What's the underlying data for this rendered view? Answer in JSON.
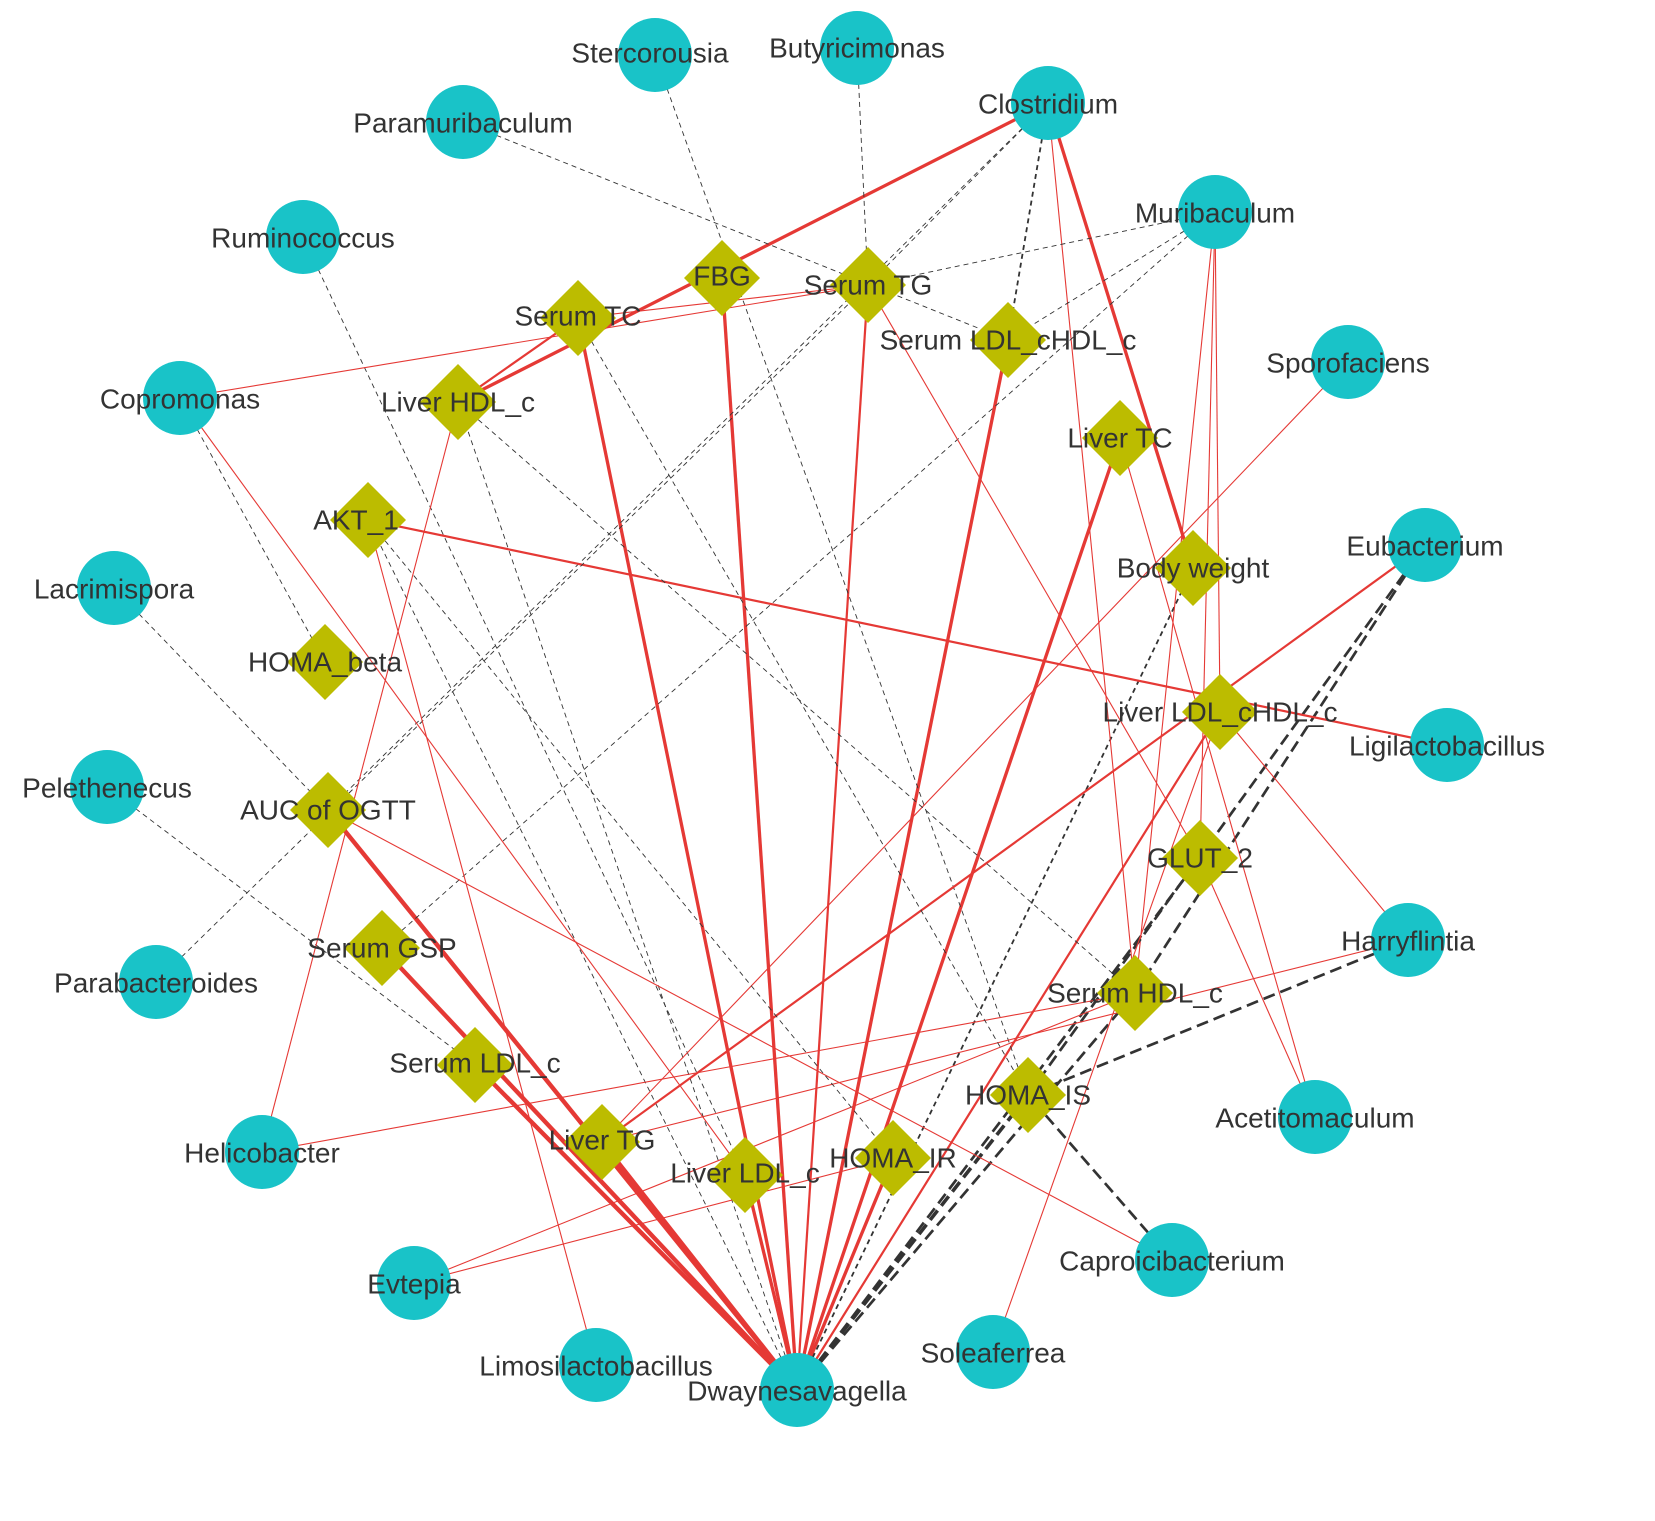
{
  "colors": {
    "genus_fill": "#19c3c8",
    "indicator_fill": "#bcbc00",
    "positive_edge": "#e53935",
    "negative_edge": "#333333",
    "label_text": "#333333"
  },
  "genera": [
    {
      "id": "stercorousia",
      "label": "Stercorousia"
    },
    {
      "id": "butyricimonas",
      "label": "Butyricimonas"
    },
    {
      "id": "clostridium",
      "label": "Clostridium"
    },
    {
      "id": "paramuribaculum",
      "label": "Paramuribaculum"
    },
    {
      "id": "muribaculum",
      "label": "Muribaculum"
    },
    {
      "id": "ruminococcus",
      "label": "Ruminococcus"
    },
    {
      "id": "sporofaciens",
      "label": "Sporofaciens"
    },
    {
      "id": "copromonas",
      "label": "Copromonas"
    },
    {
      "id": "eubacterium",
      "label": "Eubacterium"
    },
    {
      "id": "lacrimispora",
      "label": "Lacrimispora"
    },
    {
      "id": "ligilactobacillus",
      "label": "Ligilactobacillus"
    },
    {
      "id": "pelethenecus",
      "label": "Pelethenecus"
    },
    {
      "id": "harryflintia",
      "label": "Harryflintia"
    },
    {
      "id": "parabacteroides",
      "label": "Parabacteroides"
    },
    {
      "id": "acetitomaculum",
      "label": "Acetitomaculum"
    },
    {
      "id": "helicobacter",
      "label": "Helicobacter"
    },
    {
      "id": "caproicibacterium",
      "label": "Caproicibacterium"
    },
    {
      "id": "evtepia",
      "label": "Evtepia"
    },
    {
      "id": "soleaferrea",
      "label": "Soleaferrea"
    },
    {
      "id": "limosilactobacillus",
      "label": "Limosilactobacillus"
    },
    {
      "id": "dwaynesavagella",
      "label": "Dwaynesavagella"
    }
  ],
  "indicators": [
    {
      "id": "fbg",
      "label": "FBG"
    },
    {
      "id": "serum_tg",
      "label": "Serum TG"
    },
    {
      "id": "serum_tc",
      "label": "Serum TC"
    },
    {
      "id": "serum_ldl_hdl",
      "label": "Serum LDL_cHDL_c"
    },
    {
      "id": "liver_hdl",
      "label": "Liver HDL_c"
    },
    {
      "id": "liver_tc",
      "label": "Liver TC"
    },
    {
      "id": "akt1",
      "label": "AKT_1"
    },
    {
      "id": "body_weight",
      "label": "Body weight"
    },
    {
      "id": "homa_beta",
      "label": "HOMA_beta"
    },
    {
      "id": "liver_ldl_hdl",
      "label": "Liver LDL_cHDL_c"
    },
    {
      "id": "auc_ogtt",
      "label": "AUC of OGTT"
    },
    {
      "id": "glut2",
      "label": "GLUT_2"
    },
    {
      "id": "serum_gsp",
      "label": "Serum GSP"
    },
    {
      "id": "serum_hdl",
      "label": "Serum HDL_c"
    },
    {
      "id": "serum_ldl",
      "label": "Serum LDL_c"
    },
    {
      "id": "homa_is",
      "label": "HOMA_IS"
    },
    {
      "id": "liver_tg",
      "label": "Liver TG"
    },
    {
      "id": "liver_ldl",
      "label": "Liver LDL_c"
    },
    {
      "id": "homa_ir",
      "label": "HOMA_IR"
    }
  ],
  "edges": [
    {
      "source": "dwaynesavagella",
      "target": "serum_tc",
      "sign": "positive",
      "weight": 3
    },
    {
      "source": "dwaynesavagella",
      "target": "fbg",
      "sign": "positive",
      "weight": 3
    },
    {
      "source": "dwaynesavagella",
      "target": "serum_tg",
      "sign": "positive",
      "weight": 2
    },
    {
      "source": "dwaynesavagella",
      "target": "serum_ldl_hdl",
      "sign": "positive",
      "weight": 3
    },
    {
      "source": "dwaynesavagella",
      "target": "liver_tc",
      "sign": "positive",
      "weight": 3
    },
    {
      "source": "dwaynesavagella",
      "target": "auc_ogtt",
      "sign": "positive",
      "weight": 4
    },
    {
      "source": "dwaynesavagella",
      "target": "serum_gsp",
      "sign": "positive",
      "weight": 4
    },
    {
      "source": "dwaynesavagella",
      "target": "serum_ldl",
      "sign": "positive",
      "weight": 4
    },
    {
      "source": "dwaynesavagella",
      "target": "liver_tg",
      "sign": "positive",
      "weight": 4
    },
    {
      "source": "dwaynesavagella",
      "target": "liver_ldl",
      "sign": "positive",
      "weight": 3
    },
    {
      "source": "dwaynesavagella",
      "target": "homa_ir",
      "sign": "positive",
      "weight": 3
    },
    {
      "source": "dwaynesavagella",
      "target": "liver_ldl_hdl",
      "sign": "positive",
      "weight": 2
    },
    {
      "source": "dwaynesavagella",
      "target": "akt1",
      "sign": "negative",
      "weight": 1
    },
    {
      "source": "dwaynesavagella",
      "target": "liver_hdl",
      "sign": "negative",
      "weight": 1
    },
    {
      "source": "dwaynesavagella",
      "target": "body_weight",
      "sign": "negative",
      "weight": 2
    },
    {
      "source": "dwaynesavagella",
      "target": "glut2",
      "sign": "negative",
      "weight": 3
    },
    {
      "source": "dwaynesavagella",
      "target": "homa_is",
      "sign": "negative",
      "weight": 4
    },
    {
      "source": "dwaynesavagella",
      "target": "serum_hdl",
      "sign": "negative",
      "weight": 3
    },
    {
      "source": "clostridium",
      "target": "liver_hdl",
      "sign": "positive",
      "weight": 3
    },
    {
      "source": "clostridium",
      "target": "body_weight",
      "sign": "positive",
      "weight": 3
    },
    {
      "source": "clostridium",
      "target": "serum_ldl_hdl",
      "sign": "negative",
      "weight": 2
    },
    {
      "source": "clostridium",
      "target": "serum_tg",
      "sign": "negative",
      "weight": 1
    },
    {
      "source": "clostridium",
      "target": "auc_ogtt",
      "sign": "negative",
      "weight": 1
    },
    {
      "source": "clostridium",
      "target": "serum_hdl",
      "sign": "positive",
      "weight": 1
    },
    {
      "source": "muribaculum",
      "target": "serum_tg",
      "sign": "negative",
      "weight": 1
    },
    {
      "source": "muribaculum",
      "target": "serum_ldl_hdl",
      "sign": "negative",
      "weight": 1
    },
    {
      "source": "muribaculum",
      "target": "liver_ldl_hdl",
      "sign": "positive",
      "weight": 1
    },
    {
      "source": "muribaculum",
      "target": "serum_hdl",
      "sign": "positive",
      "weight": 1
    },
    {
      "source": "muribaculum",
      "target": "serum_gsp",
      "sign": "negative",
      "weight": 1
    },
    {
      "source": "muribaculum",
      "target": "glut2",
      "sign": "positive",
      "weight": 1
    },
    {
      "source": "paramuribaculum",
      "target": "serum_ldl_hdl",
      "sign": "negative",
      "weight": 1
    },
    {
      "source": "butyricimonas",
      "target": "serum_tg",
      "sign": "negative",
      "weight": 1
    },
    {
      "source": "stercorousia",
      "target": "homa_is",
      "sign": "negative",
      "weight": 1
    },
    {
      "source": "ruminococcus",
      "target": "liver_ldl",
      "sign": "negative",
      "weight": 1
    },
    {
      "source": "copromonas",
      "target": "serum_tg",
      "sign": "positive",
      "weight": 1
    },
    {
      "source": "copromonas",
      "target": "homa_beta",
      "sign": "negative",
      "weight": 1
    },
    {
      "source": "copromonas",
      "target": "liver_ldl",
      "sign": "positive",
      "weight": 1
    },
    {
      "source": "sporofaciens",
      "target": "liver_tg",
      "sign": "positive",
      "weight": 1
    },
    {
      "source": "eubacterium",
      "target": "liver_tg",
      "sign": "positive",
      "weight": 2
    },
    {
      "source": "eubacterium",
      "target": "serum_hdl",
      "sign": "negative",
      "weight": 3
    },
    {
      "source": "eubacterium",
      "target": "homa_is",
      "sign": "negative",
      "weight": 3
    },
    {
      "source": "lacrimispora",
      "target": "auc_ogtt",
      "sign": "negative",
      "weight": 1
    },
    {
      "source": "ligilactobacillus",
      "target": "akt1",
      "sign": "positive",
      "weight": 2
    },
    {
      "source": "pelethenecus",
      "target": "serum_ldl",
      "sign": "negative",
      "weight": 1
    },
    {
      "source": "harryflintia",
      "target": "liver_tg",
      "sign": "positive",
      "weight": 1
    },
    {
      "source": "harryflintia",
      "target": "liver_ldl_hdl",
      "sign": "positive",
      "weight": 1
    },
    {
      "source": "harryflintia",
      "target": "homa_is",
      "sign": "negative",
      "weight": 3
    },
    {
      "source": "parabacteroides",
      "target": "serum_tg",
      "sign": "negative",
      "weight": 1
    },
    {
      "source": "acetitomaculum",
      "target": "liver_tc",
      "sign": "positive",
      "weight": 1
    },
    {
      "source": "acetitomaculum",
      "target": "glut2",
      "sign": "positive",
      "weight": 1
    },
    {
      "source": "helicobacter",
      "target": "liver_hdl",
      "sign": "positive",
      "weight": 1
    },
    {
      "source": "helicobacter",
      "target": "serum_hdl",
      "sign": "positive",
      "weight": 1
    },
    {
      "source": "caproicibacterium",
      "target": "auc_ogtt",
      "sign": "positive",
      "weight": 1
    },
    {
      "source": "caproicibacterium",
      "target": "homa_is",
      "sign": "negative",
      "weight": 3
    },
    {
      "source": "evtepia",
      "target": "serum_hdl",
      "sign": "positive",
      "weight": 1
    },
    {
      "source": "evtepia",
      "target": "homa_ir",
      "sign": "positive",
      "weight": 1
    },
    {
      "source": "soleaferrea",
      "target": "liver_ldl_hdl",
      "sign": "positive",
      "weight": 1
    },
    {
      "source": "limosilactobacillus",
      "target": "akt1",
      "sign": "positive",
      "weight": 1
    },
    {
      "source": "serum_tc",
      "target": "liver_hdl",
      "sign": "positive",
      "weight": 2
    },
    {
      "source": "serum_tc",
      "target": "homa_is",
      "sign": "negative",
      "weight": 1
    },
    {
      "source": "serum_tc",
      "target": "serum_tg",
      "sign": "positive",
      "weight": 1
    },
    {
      "source": "serum_tg",
      "target": "glut2",
      "sign": "positive",
      "weight": 1
    },
    {
      "source": "liver_hdl",
      "target": "serum_hdl",
      "sign": "negative",
      "weight": 1
    },
    {
      "source": "akt1",
      "target": "homa_ir",
      "sign": "negative",
      "weight": 1
    }
  ]
}
